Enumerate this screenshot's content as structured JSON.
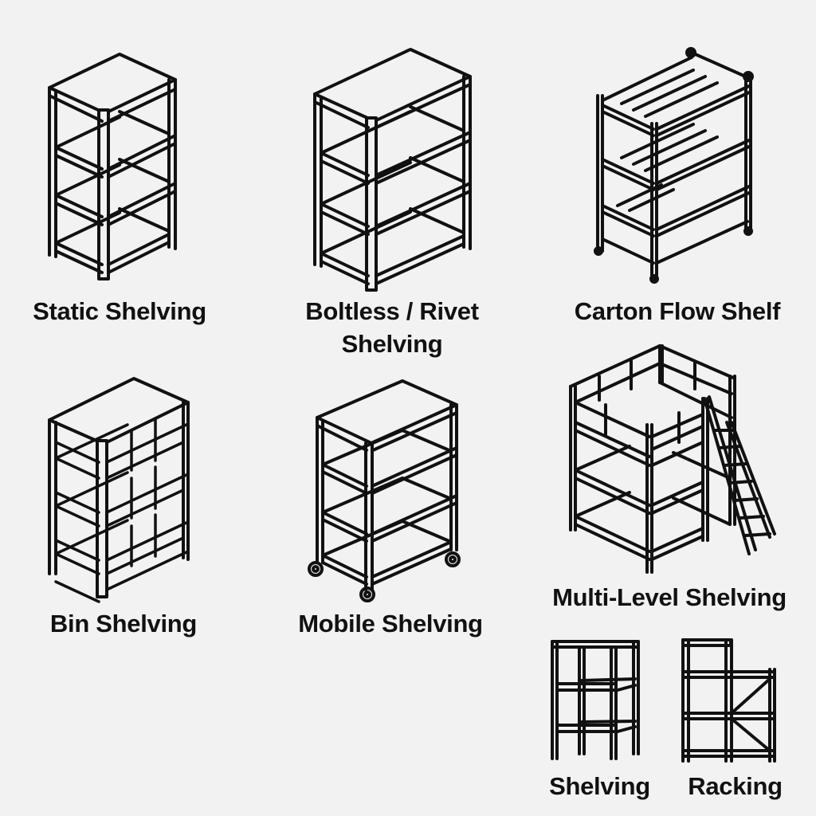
{
  "diagram": {
    "background": "#f2f2f2",
    "line_color": "#111111",
    "items": [
      {
        "id": "static",
        "label": "Static Shelving"
      },
      {
        "id": "boltless",
        "label_line1": "Boltless / Rivet",
        "label_line2": "Shelving"
      },
      {
        "id": "carton",
        "label": "Carton Flow Shelf"
      },
      {
        "id": "bin",
        "label": "Bin Shelving"
      },
      {
        "id": "mobile",
        "label": "Mobile Shelving"
      },
      {
        "id": "multilevel",
        "label": "Multi-Level Shelving"
      },
      {
        "id": "shelving",
        "label": "Shelving"
      },
      {
        "id": "racking",
        "label": "Racking"
      }
    ]
  }
}
